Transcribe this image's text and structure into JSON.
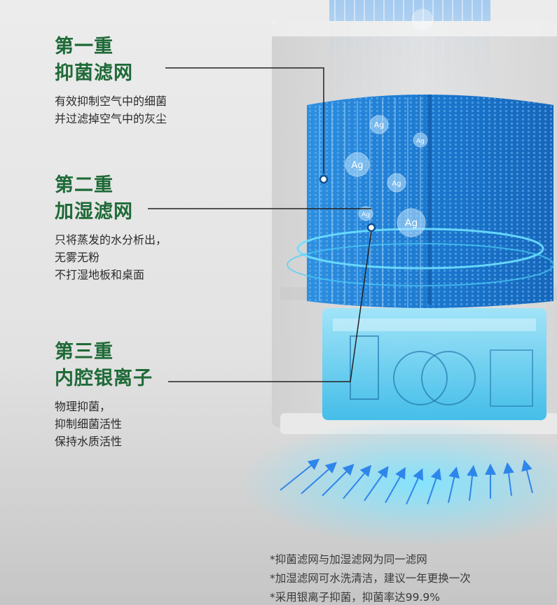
{
  "layers": [
    {
      "title_line1": "第一重",
      "title_line2": "抑菌滤网",
      "desc": [
        "有效抑制空气中的细菌",
        "并过滤掉空气中的灰尘"
      ]
    },
    {
      "title_line1": "第二重",
      "title_line2": "加湿滤网",
      "desc": [
        "只将蒸发的水分析出，",
        "无雾无粉",
        "不打湿地板和桌面"
      ]
    },
    {
      "title_line1": "第三重",
      "title_line2": "内腔银离子",
      "desc": [
        "物理抑菌，",
        "抑制细菌活性",
        "保持水质活性"
      ]
    }
  ],
  "footnotes": [
    "*抑菌滤网与加湿滤网为同一滤网",
    "*加湿滤网可水洗清洁，建议一年更换一次",
    "*采用银离子抑菌，抑菌率达99.9%"
  ],
  "ion_bubbles": [
    "Ag",
    "Ag",
    "Ag",
    "Ag",
    "Ag",
    "Ag",
    "Ag"
  ],
  "colors": {
    "title_green": "#1f6a38",
    "filter_blue": "#1f7fd4",
    "water_cyan": "#34c4ee",
    "airflow_blue": "#3e8ff0"
  },
  "icons": [
    "ag-ion-bubble-icon",
    "callout-dot-icon",
    "airflow-arrow-icon"
  ]
}
